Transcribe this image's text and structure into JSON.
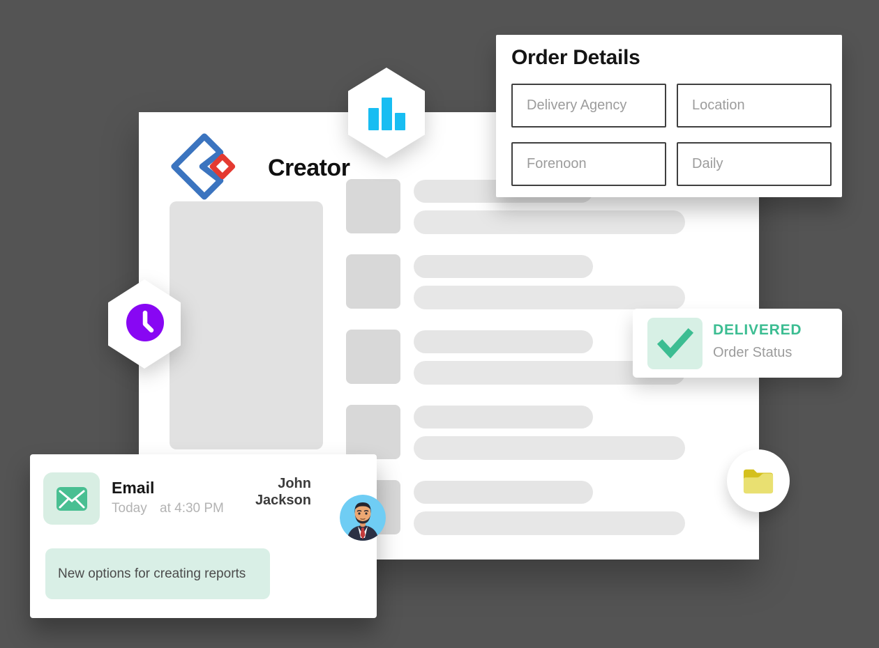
{
  "background_color": "#545454",
  "brand": {
    "name": "Creator",
    "logo_blue": "#3b74bf",
    "logo_red": "#e43a31"
  },
  "badges": {
    "chart": {
      "icon": "bar-chart-icon",
      "bar_color": "#18bdf2"
    },
    "clock": {
      "icon": "clock-icon",
      "circle_color": "#8807f3"
    },
    "folder": {
      "icon": "folder-icon",
      "front_color": "#e9e071",
      "back_color": "#d4c01d"
    }
  },
  "order_details": {
    "title": "Order Details",
    "fields": [
      {
        "placeholder": "Delivery Agency"
      },
      {
        "placeholder": "Location"
      },
      {
        "placeholder": "Forenoon"
      },
      {
        "placeholder": "Daily"
      }
    ]
  },
  "status_card": {
    "status": "DELIVERED",
    "label": "Order Status",
    "accent": "#3cbd92",
    "icon": "check-icon"
  },
  "email_card": {
    "app": "Email",
    "date": "Today",
    "time": "at 4:30 PM",
    "sender": "John Jackson",
    "message": "New options for creating reports",
    "accent": "#49bf92",
    "icon": "envelope-icon"
  }
}
